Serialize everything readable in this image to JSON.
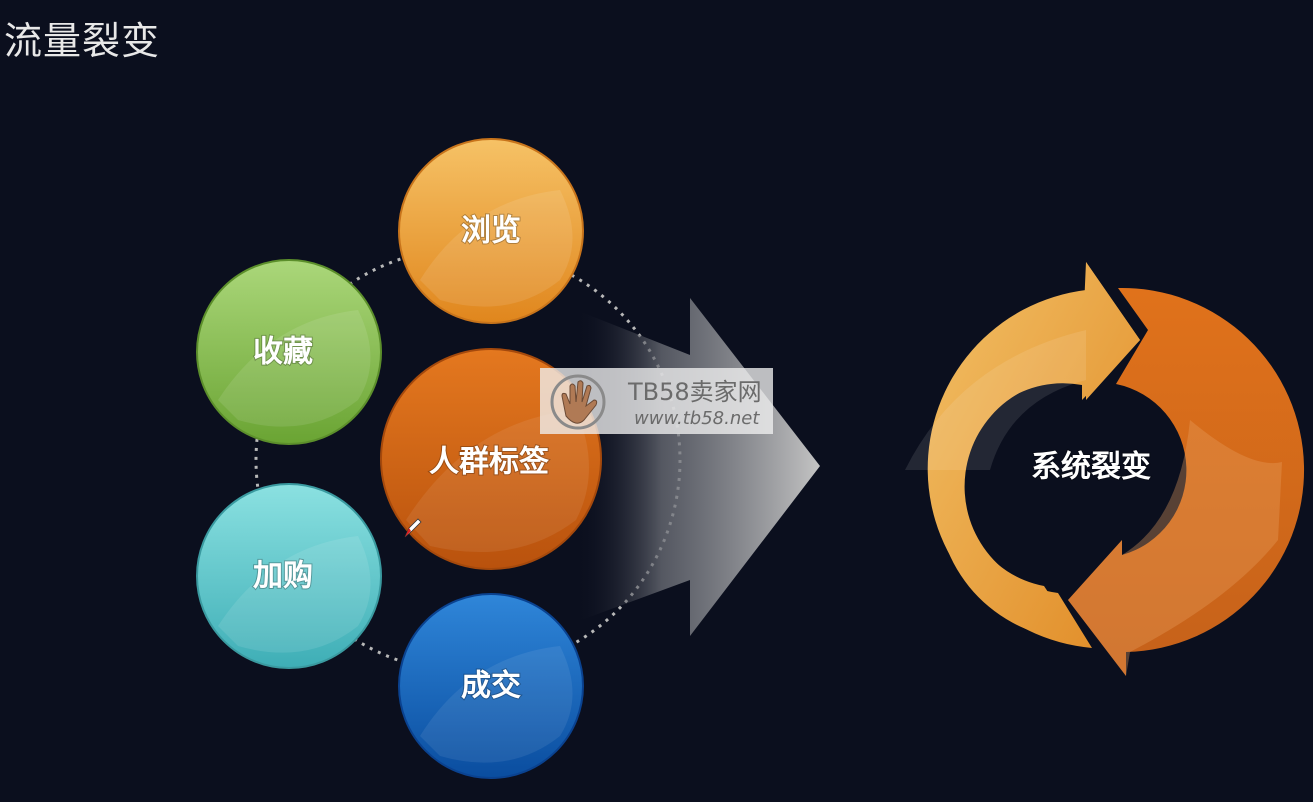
{
  "title": "流量裂变",
  "nodes": {
    "browse": "浏览",
    "favorite": "收藏",
    "tags": "人群标签",
    "add_to_cart": "加购",
    "deal": "成交"
  },
  "cycle_label": "系统裂变",
  "watermark": {
    "name": "TB58卖家网",
    "url": "www.tb58.net"
  },
  "colors": {
    "background": "#0b0f1e",
    "browse": "#eea33d",
    "favorite": "#8cc44c",
    "tags": "#d8681a",
    "add_to_cart": "#5fcfd2",
    "deal": "#1766bf",
    "cycle_light": "#eeab45",
    "cycle_dark": "#d7681b"
  },
  "icons": [
    "hand-logo-icon",
    "pen-cursor-icon"
  ]
}
